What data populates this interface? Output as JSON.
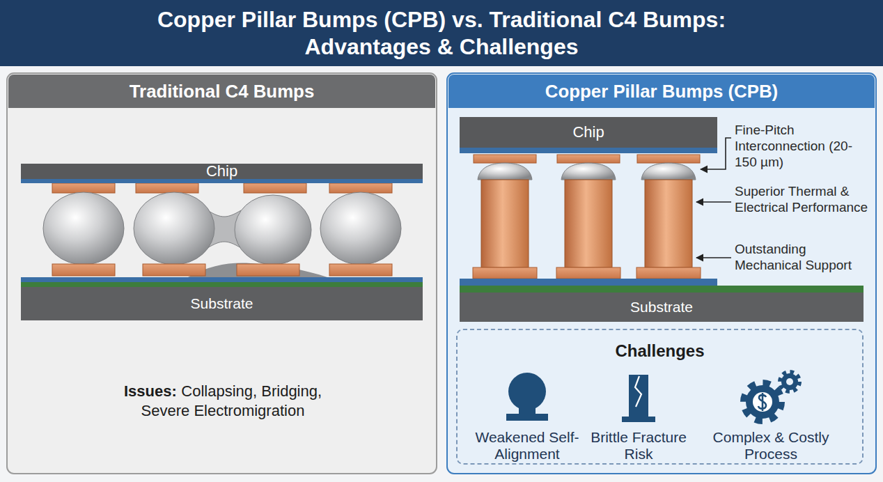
{
  "diagram": {
    "title": "Copper Pillar Bumps (CPB) vs. Traditional C4 Bumps: Advantages & Challenges",
    "nodes": [
      {
        "text": [
          "Traditional C4 Bumps",
          "Issues:",
          "Collapsing, Bridging, Severe Electromigration"
        ]
      },
      {
        "text": [
          "Chip"
        ],
        "in": 0
      },
      {
        "text": [
          "Substrate"
        ],
        "in": 0
      },
      {
        "text": [
          "Copper Pillar Bumps (CPB)"
        ]
      },
      {
        "text": [
          "Chip"
        ],
        "in": 3
      },
      {
        "text": [
          "Substrate"
        ],
        "in": 3
      },
      {
        "text": [
          "Challenges"
        ],
        "in": 3
      }
    ],
    "labels": [
      "Fine-Pitch Interconnection (20-150 µm)",
      "Superior Thermal & Electrical Performance",
      "Outstanding Mechanical Support",
      "Weakened Self-Alignment",
      "Brittle Fracture Risk",
      "Complex & Costly Process"
    ]
  }
}
